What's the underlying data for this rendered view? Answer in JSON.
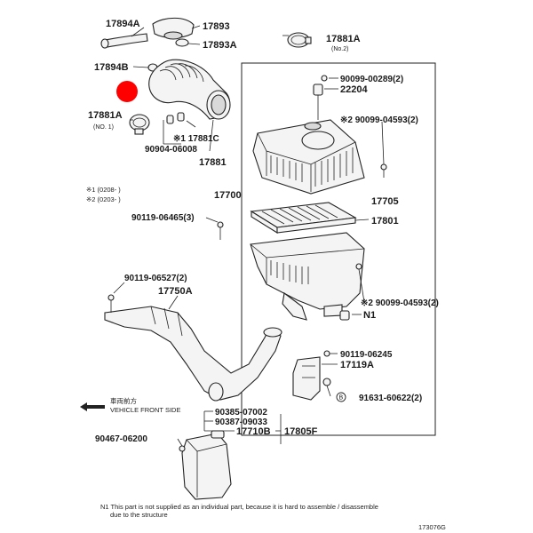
{
  "labels": {
    "p17894a": "17894A",
    "p17893": "17893",
    "p17893a": "17893A",
    "p17894b": "17894B",
    "p17881a_top": "17881A",
    "p17881a_top_sub": "(No.2)",
    "p17881a_left": "17881A",
    "p17881a_left_sub": "(NO. 1)",
    "p90099_00289": "90099-00289(2)",
    "p22204": "22204",
    "p90099_04593_a": "※2 90099-04593(2)",
    "p17881c": "※1 17881C",
    "p90904_06008": "90904-06008",
    "p17881": "17881",
    "p17700": "17700",
    "p17705": "17705",
    "p90119_06465": "90119-06465(3)",
    "p17801": "17801",
    "p90119_06527": "90119-06527(2)",
    "p17750a": "17750A",
    "p90099_04593_b": "※2 90099-04593(2)",
    "pN1": "N1",
    "p90119_06245": "90119-06245",
    "p17119a": "17119A",
    "p91631_60622": "91631-60622(2)",
    "circle_b": "B",
    "p90385_07002": "90385-07002",
    "p90387_09033": "90387-09033",
    "p17710b": "17710B",
    "p17805f": "17805F",
    "p90467_06200": "90467-06200"
  },
  "footnotes": {
    "star1": "※1 (0208-      )",
    "star2": "※2 (0203-      )"
  },
  "vehicle_front": {
    "jp": "車両前方",
    "en": "VEHICLE FRONT SIDE"
  },
  "bottom_note": {
    "line1": "N1  This part is not supplied as an individual part, because it is hard to assemble / disassemble",
    "line2": "due to the structure"
  },
  "illustration_id": "173076G",
  "colors": {
    "marker": "#ff0000",
    "ink": "#222222"
  }
}
